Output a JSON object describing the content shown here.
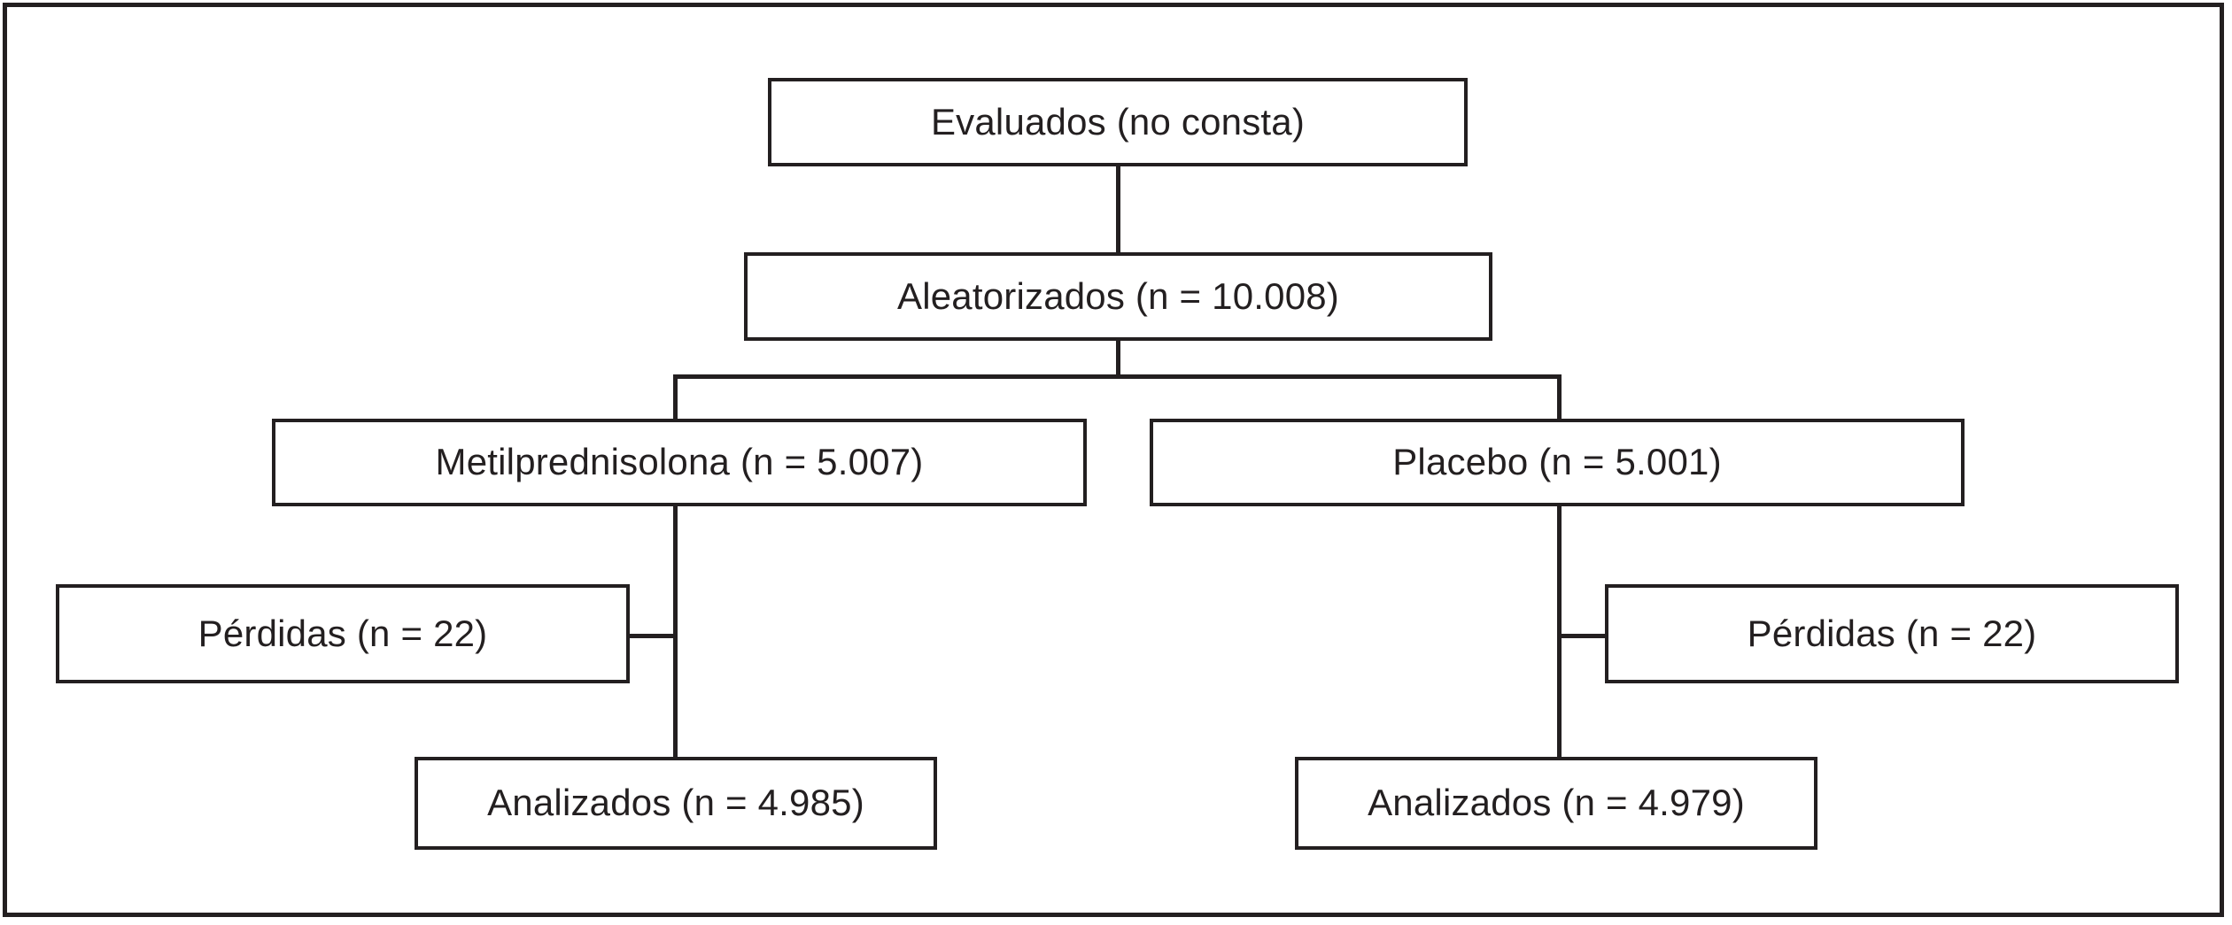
{
  "figure": {
    "type": "consort-flow-diagram",
    "language": "es",
    "border_color": "#231f20",
    "background_color": "#ffffff",
    "text_color": "#231f20"
  },
  "nodes": [
    {
      "id": "enrollment",
      "label": "Evaluados (no consta)",
      "stage": "Evaluados",
      "n": null,
      "n_text": "no consta"
    },
    {
      "id": "randomized",
      "label": "Aleatorizados (n = 10.008)",
      "stage": "Aleatorizados",
      "n": 10008,
      "n_text": "10.008"
    },
    {
      "id": "arm-treatment",
      "label": "Metilprednisolona (n = 5.007)",
      "stage": "Metilprednisolona",
      "n": 5007,
      "n_text": "5.007"
    },
    {
      "id": "arm-placebo",
      "label": "Placebo (n = 5.001)",
      "stage": "Placebo",
      "n": 5001,
      "n_text": "5.001"
    },
    {
      "id": "losses-treatment",
      "label": "Pérdidas (n = 22)",
      "stage": "Pérdidas",
      "n": 22,
      "n_text": "22"
    },
    {
      "id": "losses-placebo",
      "label": "Pérdidas (n = 22)",
      "stage": "Pérdidas",
      "n": 22,
      "n_text": "22"
    },
    {
      "id": "analyzed-treatment",
      "label": "Analizados (n = 4.985)",
      "stage": "Analizados",
      "n": 4985,
      "n_text": "4.985"
    },
    {
      "id": "analyzed-placebo",
      "label": "Analizados (n = 4.979)",
      "stage": "Analizados",
      "n": 4979,
      "n_text": "4.979"
    }
  ],
  "boxes": {
    "enrollment": {
      "label": "Evaluados (no consta)"
    },
    "randomized": {
      "label": "Aleatorizados (n = 10.008)"
    },
    "arm_treatment": {
      "label": "Metilprednisolona (n = 5.007)"
    },
    "arm_placebo": {
      "label": "Placebo (n = 5.001)"
    },
    "losses_treatment": {
      "label": "Pérdidas (n = 22)"
    },
    "losses_placebo": {
      "label": "Pérdidas (n = 22)"
    },
    "analyzed_treatment": {
      "label": "Analizados (n = 4.985)"
    },
    "analyzed_placebo": {
      "label": "Analizados (n = 4.979)"
    }
  },
  "edges": [
    {
      "from": "enrollment",
      "to": "randomized"
    },
    {
      "from": "randomized",
      "to": "arm-treatment"
    },
    {
      "from": "randomized",
      "to": "arm-placebo"
    },
    {
      "from": "arm-treatment",
      "to": "losses-treatment"
    },
    {
      "from": "arm-treatment",
      "to": "analyzed-treatment"
    },
    {
      "from": "arm-placebo",
      "to": "losses-placebo"
    },
    {
      "from": "arm-placebo",
      "to": "analyzed-placebo"
    }
  ]
}
